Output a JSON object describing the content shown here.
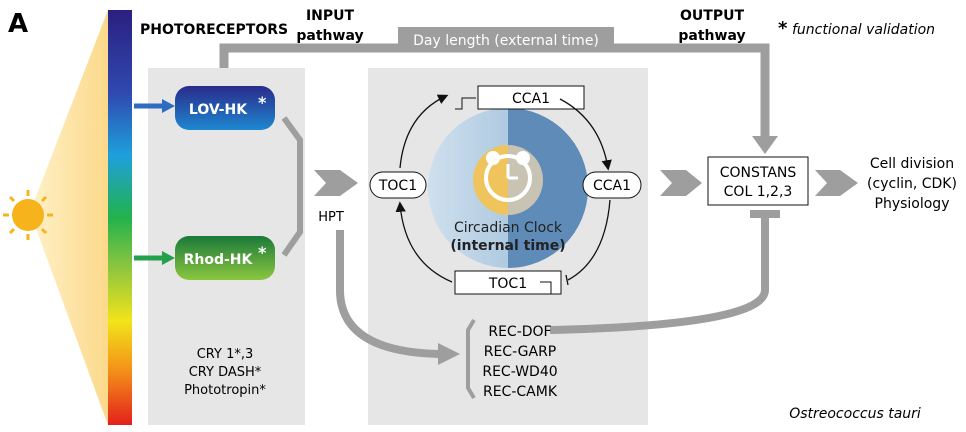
{
  "panel_label": "A",
  "legend": {
    "star": "*",
    "text": "functional validation"
  },
  "headers": {
    "photoreceptors": "PHOTORECEPTORS",
    "input_1": "INPUT",
    "input_2": "pathway",
    "output_1": "OUTPUT",
    "output_2": "pathway"
  },
  "day_length": "Day length (external time)",
  "receptors": {
    "lov": "LOV-HK",
    "rhod": "Rhod-HK",
    "star": "*",
    "cry1": "CRY 1*,3",
    "crydash": "CRY DASH*",
    "phototropin": "Phototropin*"
  },
  "hpt": "HPT",
  "clock": {
    "cca1_gene": "CCA1",
    "toc1_gene": "TOC1",
    "cca1_protein": "CCA1",
    "toc1_protein": "TOC1",
    "title_1": "Circadian Clock",
    "title_2": "(internal time)"
  },
  "constans": {
    "line1": "CONSTANS",
    "line2": "COL 1,2,3"
  },
  "outputs": {
    "line1": "Cell division",
    "line2": "(cyclin, CDK)",
    "line3": "Physiology"
  },
  "rec": [
    "REC-DOF",
    "REC-GARP",
    "REC-WD40",
    "REC-CAMK"
  ],
  "species": "Ostreococcus tauri",
  "colors": {
    "panel": "#e6e6e6",
    "arrow": "#9e9e9e",
    "sun": "#f6b31b"
  }
}
